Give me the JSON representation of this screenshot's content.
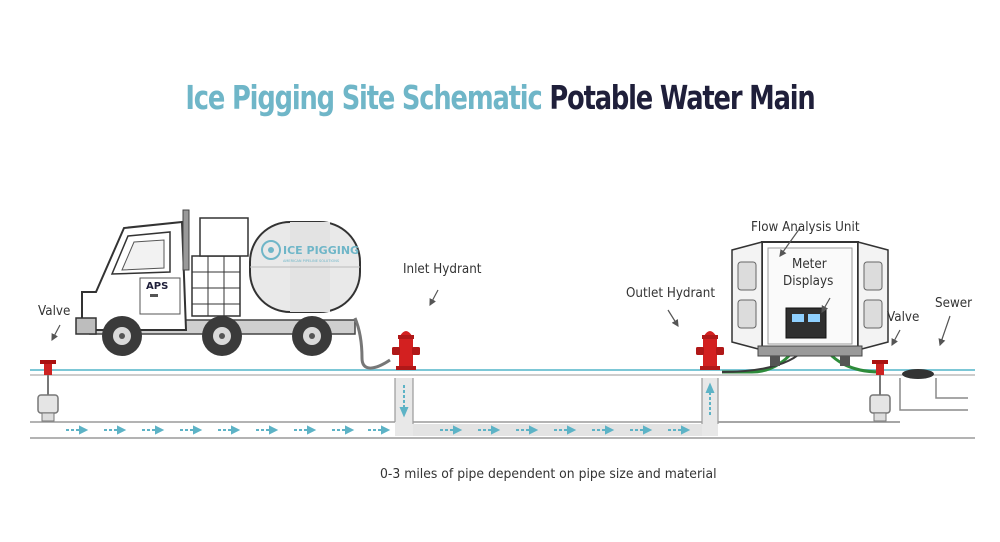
{
  "title": {
    "part1": "Ice Pigging Site Schematic",
    "part2": "Potable Water Main"
  },
  "labels": {
    "valve_left": "Valve",
    "inlet_hydrant": "Inlet Hydrant",
    "outlet_hydrant": "Outlet Hydrant",
    "flow_analysis_unit": "Flow Analysis Unit",
    "meter_line1": "Meter",
    "meter_line2": "Displays",
    "valve_right": "Valve",
    "sewer": "Sewer",
    "pipe_note": "0-3 miles of pipe dependent on pipe size and material"
  },
  "truck": {
    "tank_logo": "ICE PIGGING",
    "tank_tagline": "AMERICAN PIPELINE SOLUTIONS",
    "door_logo": "APS"
  },
  "colors": {
    "title_accent": "#6fb6c8",
    "title_dark": "#1f1f3a",
    "water_line": "#7cc7d6",
    "hydrant_red": "#d32020",
    "hose_green": "#2e8b3a",
    "line_gray": "#8a8a8a"
  }
}
